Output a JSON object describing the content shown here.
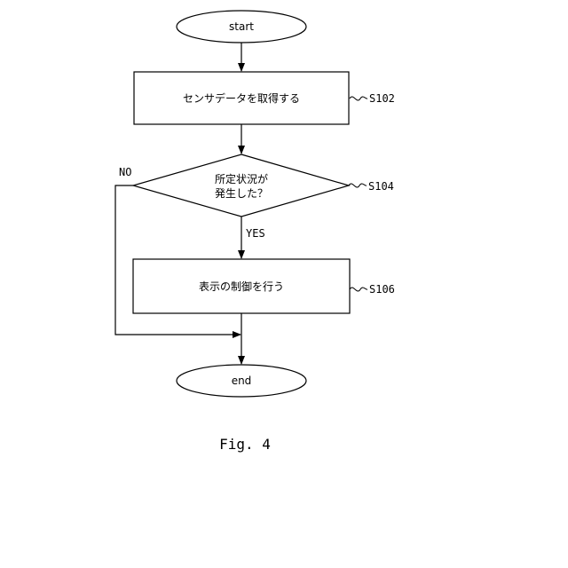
{
  "flowchart": {
    "start": {
      "text": "start"
    },
    "s102": {
      "text": "センサデータを取得する",
      "ref": "S102"
    },
    "s104": {
      "line1": "所定状況が",
      "line2": "発生した？",
      "ref": "S104",
      "yes_label": "YES",
      "no_label": "NO"
    },
    "s106": {
      "text": "表示の制御を行う",
      "ref": "S106"
    },
    "end": {
      "text": "end"
    }
  },
  "caption": "Fig. 4"
}
